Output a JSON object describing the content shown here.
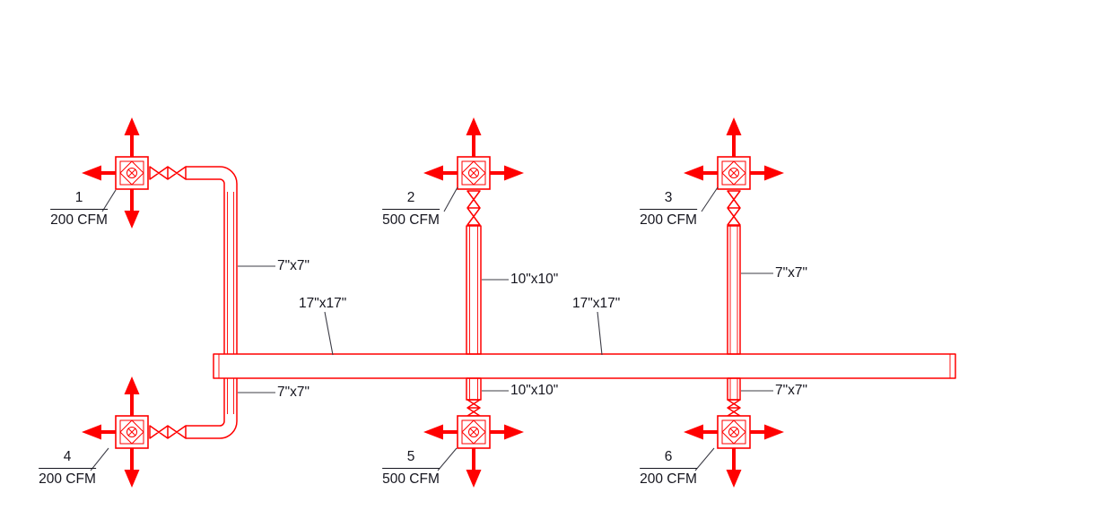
{
  "colors": {
    "duct": "#FF0000",
    "text": "#15151E",
    "leader": "#3C3C46",
    "background": "#FFFFFF"
  },
  "callouts": [
    {
      "number": "1",
      "cfm": "200 CFM"
    },
    {
      "number": "2",
      "cfm": "500 CFM"
    },
    {
      "number": "3",
      "cfm": "200 CFM"
    },
    {
      "number": "4",
      "cfm": "200 CFM"
    },
    {
      "number": "5",
      "cfm": "500 CFM"
    },
    {
      "number": "6",
      "cfm": "200 CFM"
    }
  ],
  "duct_labels": {
    "branch_top_left": "7\"x7\"",
    "branch_top_mid": "10\"x10\"",
    "branch_top_right": "7\"x7\"",
    "main_left": "17\"x17\"",
    "main_right": "17\"x17\"",
    "branch_bottom_left": "7\"x7\"",
    "branch_bottom_mid": "10\"x10\"",
    "branch_bottom_right": "7\"x7\""
  }
}
